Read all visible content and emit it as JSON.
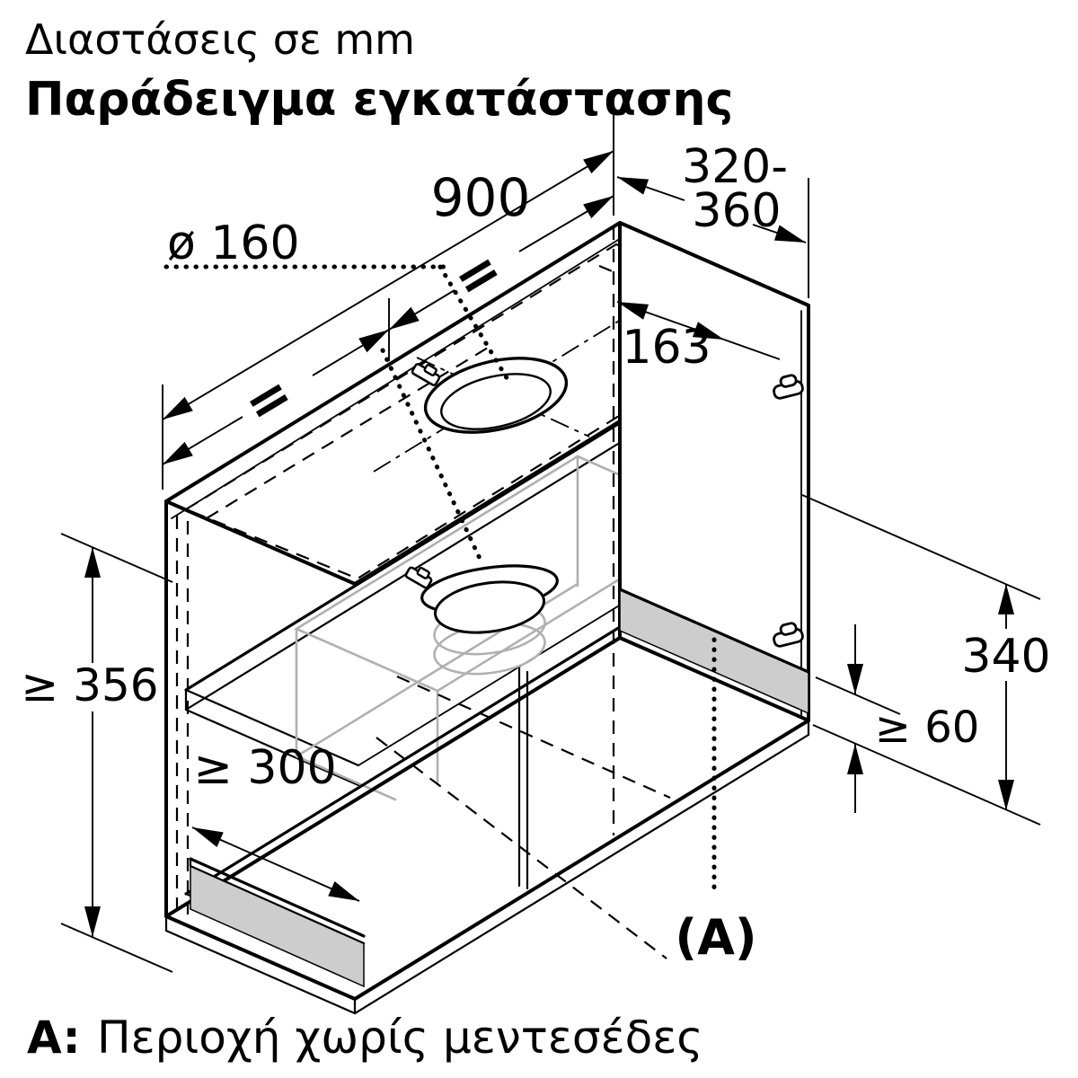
{
  "title": {
    "line1": "Διαστάσεις σε mm",
    "line2": "Παράδειγμα εγκατάστασης"
  },
  "dimensions": {
    "width": "900",
    "depth_range_line1": "320-",
    "depth_range_line2": "360",
    "duct_diameter": "ø 160",
    "rear_offset": "163",
    "min_interior_height": "≥ 356",
    "min_bottom_depth": "≥ 300",
    "hood_height": "340",
    "min_clearance": "≥ 60",
    "area_marker": "(A)",
    "equal_left": "=",
    "equal_right": "="
  },
  "footnote": {
    "label": "A:",
    "text": "Περιοχή χωρίς μεντεσέδες"
  },
  "icons": [
    {
      "name": "hinge-clip-icon",
      "count": 2
    },
    {
      "name": "duct-collar-icon",
      "count": 2
    },
    {
      "name": "mounting-clip-icon",
      "count": 2
    }
  ],
  "colors": {
    "line": "#000000",
    "phantom_line": "#b0b0b0",
    "highlight_area": "#cdcdcd",
    "background": "#ffffff"
  }
}
